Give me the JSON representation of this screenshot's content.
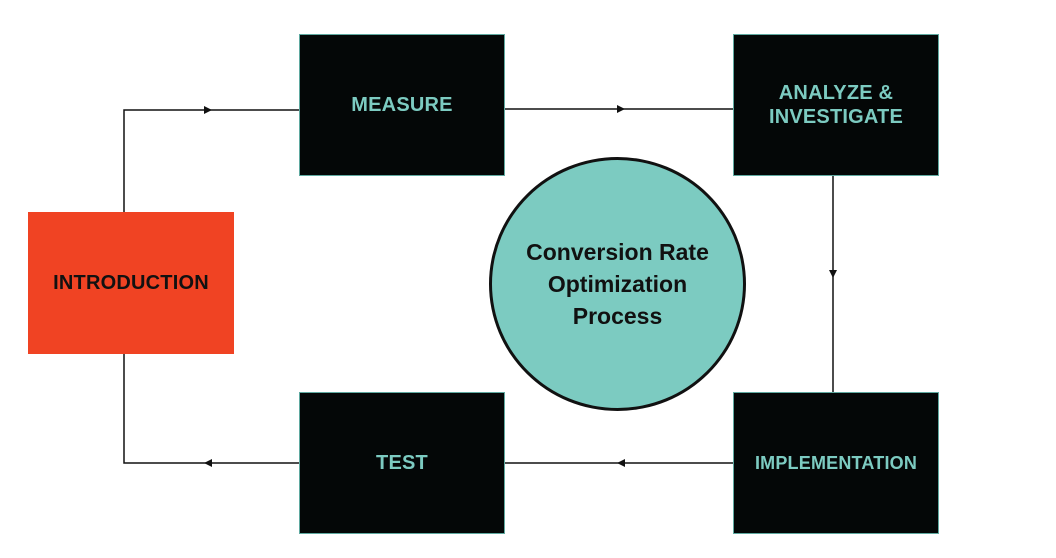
{
  "diagram": {
    "hub": {
      "lines": [
        "Conversion Rate",
        "Optimization",
        "Process"
      ]
    },
    "intro": {
      "label": "INTRODUCTION"
    },
    "steps": {
      "measure": {
        "label": "MEASURE"
      },
      "analyze": {
        "lines": [
          "ANALYZE &",
          "INVESTIGATE"
        ]
      },
      "implementation": {
        "label": "IMPLEMENTATION"
      },
      "test": {
        "label": "TEST"
      }
    },
    "colors": {
      "intro_fill": "#f04323",
      "step_fill": "#040707",
      "step_text": "#7ccbc1",
      "hub_fill": "#7ccbc1",
      "connector": "#111111"
    }
  }
}
